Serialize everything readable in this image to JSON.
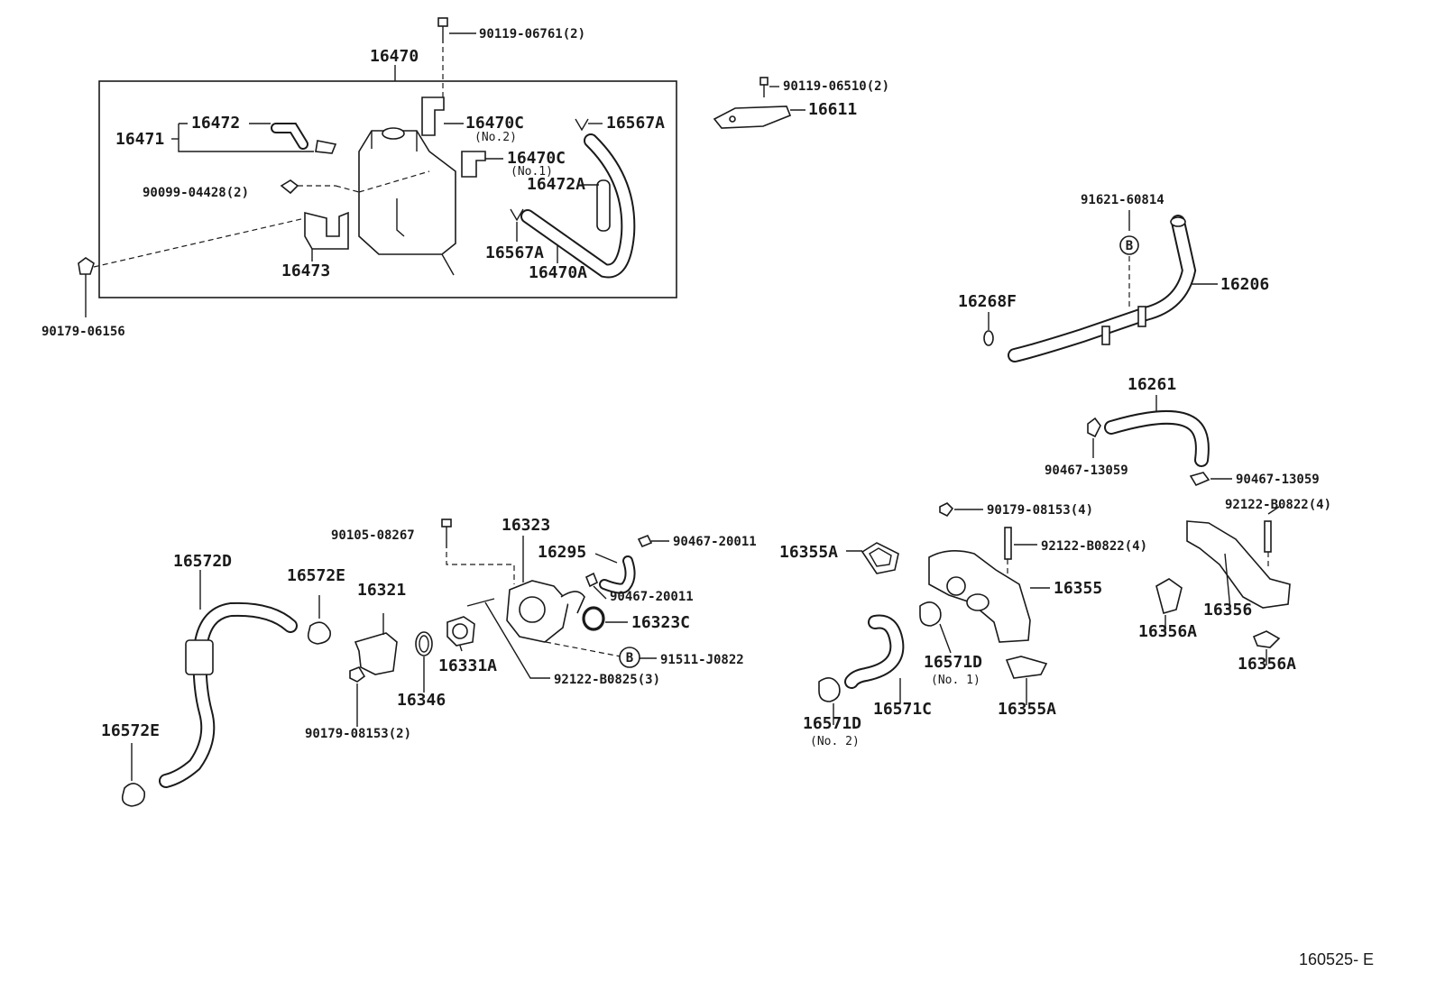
{
  "diagram": {
    "code": "160525- E",
    "circle_marker": "B"
  },
  "labels": {
    "p16470": "16470",
    "p90119_06761": "90119-06761(2)",
    "p16471": "16471",
    "p16472": "16472",
    "p16470c_no2": "16470C",
    "no2a": "(No.2)",
    "p16470c_no1": "16470C",
    "no1a": "(No.1)",
    "p16567a_top": "16567A",
    "p90099_04428": "90099-04428(2)",
    "p16472a": "16472A",
    "p16567a_bot": "16567A",
    "p16473": "16473",
    "p16470a": "16470A",
    "p90179_06156": "90179-06156",
    "p90119_06510": "90119-06510(2)",
    "p16611": "16611",
    "p91621_60814": "91621-60814",
    "p16206": "16206",
    "p16268f": "16268F",
    "p16261": "16261",
    "p90467_13059_a": "90467-13059",
    "p90467_13059_b": "90467-13059",
    "p90179_08153_4": "90179-08153(4)",
    "p92122_b0822_4a": "92122-B0822(4)",
    "p92122_b0822_4b": "92122-B0822(4)",
    "p90105_08267": "90105-08267",
    "p16323": "16323",
    "p16295": "16295",
    "p90467_20011_a": "90467-20011",
    "p90467_20011_b": "90467-20011",
    "p16355a_top": "16355A",
    "p16355": "16355",
    "p16356": "16356",
    "p16356a_a": "16356A",
    "p16356a_b": "16356A",
    "p16572d": "16572D",
    "p16572e_top": "16572E",
    "p16321": "16321",
    "p16323c": "16323C",
    "p91511_j0822": "91511-J0822",
    "p16331a": "16331A",
    "p92122_b0825": "92122-B0825(3)",
    "p16346": "16346",
    "p90179_08153_2": "90179-08153(2)",
    "p16572e_bot": "16572E",
    "p16571d_no1": "16571D",
    "no1b": "(No. 1)",
    "p16571c": "16571C",
    "p16355a_bot": "16355A",
    "p16571d_no2": "16571D",
    "no2b": "(No. 2)"
  }
}
